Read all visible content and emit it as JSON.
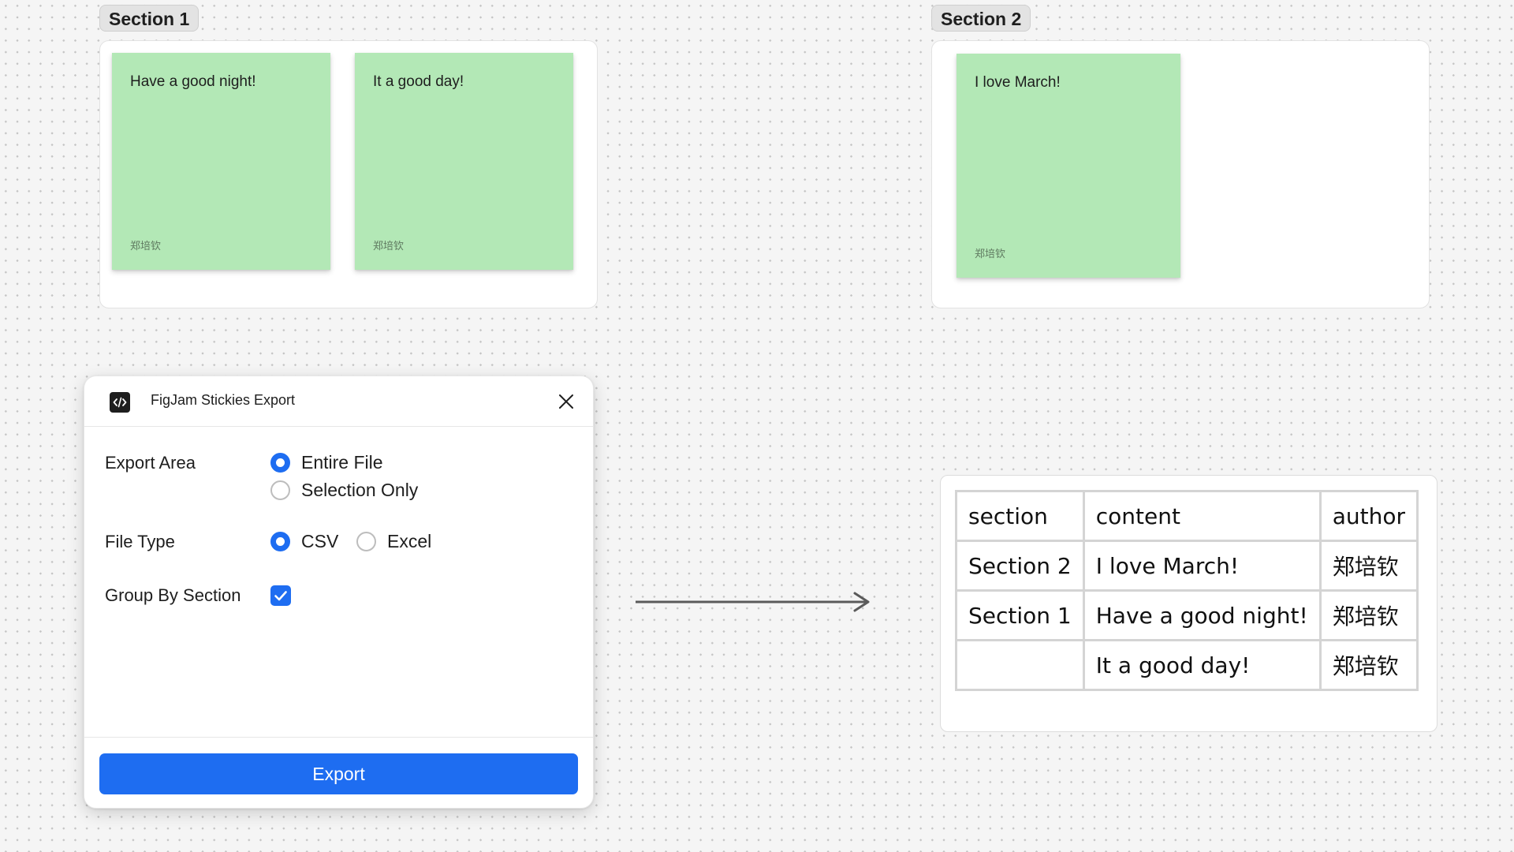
{
  "sections": [
    {
      "label": "Section 1",
      "stickies": [
        {
          "text": "Have a good night!",
          "author": "郑培钦"
        },
        {
          "text": "It a good day!",
          "author": "郑培钦"
        }
      ]
    },
    {
      "label": "Section 2",
      "stickies": [
        {
          "text": "I love March!",
          "author": "郑培钦"
        }
      ]
    }
  ],
  "plugin": {
    "title": "FigJam Stickies Export",
    "icon": "code-brackets-icon",
    "export_area": {
      "label": "Export Area",
      "options": [
        "Entire File",
        "Selection Only"
      ],
      "selected": "Entire File"
    },
    "file_type": {
      "label": "File Type",
      "options": [
        "CSV",
        "Excel"
      ],
      "selected": "CSV"
    },
    "group_by_section": {
      "label": "Group By Section",
      "checked": true
    },
    "export_label": "Export"
  },
  "result_table": {
    "headers": [
      "section",
      "content",
      "author"
    ],
    "rows": [
      [
        "Section 2",
        "I love March!",
        "郑培钦"
      ],
      [
        "Section 1",
        "Have a good night!",
        "郑培钦"
      ],
      [
        "",
        "It a good day!",
        "郑培钦"
      ]
    ]
  },
  "colors": {
    "accent": "#1e6df1",
    "sticky_green": "#b3e8b6",
    "canvas": "#f5f5f5"
  }
}
